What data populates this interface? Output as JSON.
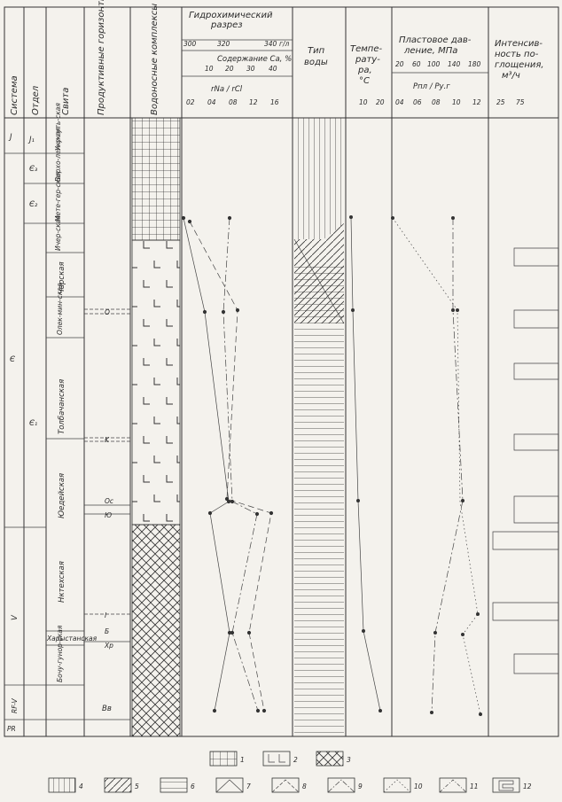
{
  "headers": {
    "system": "Система",
    "department": "Отдел",
    "suite": "Свита",
    "productive": "Продуктивные горизонты",
    "water": "Водоносные комплексы",
    "hydro_title_1": "Гидрохимический",
    "hydro_title_2": "разрез",
    "content_label": "Содержание Ca, %",
    "ratio_label": "rNa / rCl",
    "unit_ratio": "г/л",
    "water_type_1": "Тип",
    "water_type_2": "воды",
    "temp_1": "Темпе-",
    "temp_2": "рату-",
    "temp_3": "ра,",
    "temp_4": "°C",
    "pressure_1": "Пластовое дав-",
    "pressure_2": "ление, МПа",
    "pressure_ratio": "Pпл / Pу.г",
    "intensity_1": "Интенсив-",
    "intensity_2": "ность по-",
    "intensity_3": "глощения,",
    "intensity_4": "м³/ч"
  },
  "scales": {
    "hydro_top": [
      "300",
      "320",
      "340"
    ],
    "hydro_content": [
      "10",
      "20",
      "30",
      "40"
    ],
    "hydro_ratio": [
      "02",
      "04",
      "08",
      "12",
      "16"
    ],
    "temp": [
      "10",
      "20"
    ],
    "pressure_top": [
      "20",
      "60",
      "100",
      "140",
      "180"
    ],
    "pressure_ratio": [
      "04",
      "06",
      "08",
      "10",
      "12"
    ],
    "intensity": [
      "25",
      "75"
    ]
  },
  "systems": [
    "J",
    "Є",
    "V",
    "RF-V",
    "PR"
  ],
  "departments": [
    "J₁",
    "Є₃",
    "Є₂",
    "Є₁"
  ],
  "suites": [
    "Уку-гуть-ская",
    "Верхо-лен-ская",
    "Мете-гер-ская",
    "Ичер-ская",
    "Чарская",
    "Олек-мин-ская",
    "Толбачанская",
    "Юедейская",
    "Нктехская",
    "Харыстанская",
    "Бочу-гунор-ская"
  ],
  "horizons": [
    "O",
    "K",
    "Ос",
    "Ю",
    "I",
    "Б",
    "Хр",
    "Вв"
  ],
  "legend": [
    "1",
    "2",
    "3",
    "4",
    "5",
    "6",
    "7",
    "8",
    "9",
    "10",
    "11",
    "12"
  ]
}
